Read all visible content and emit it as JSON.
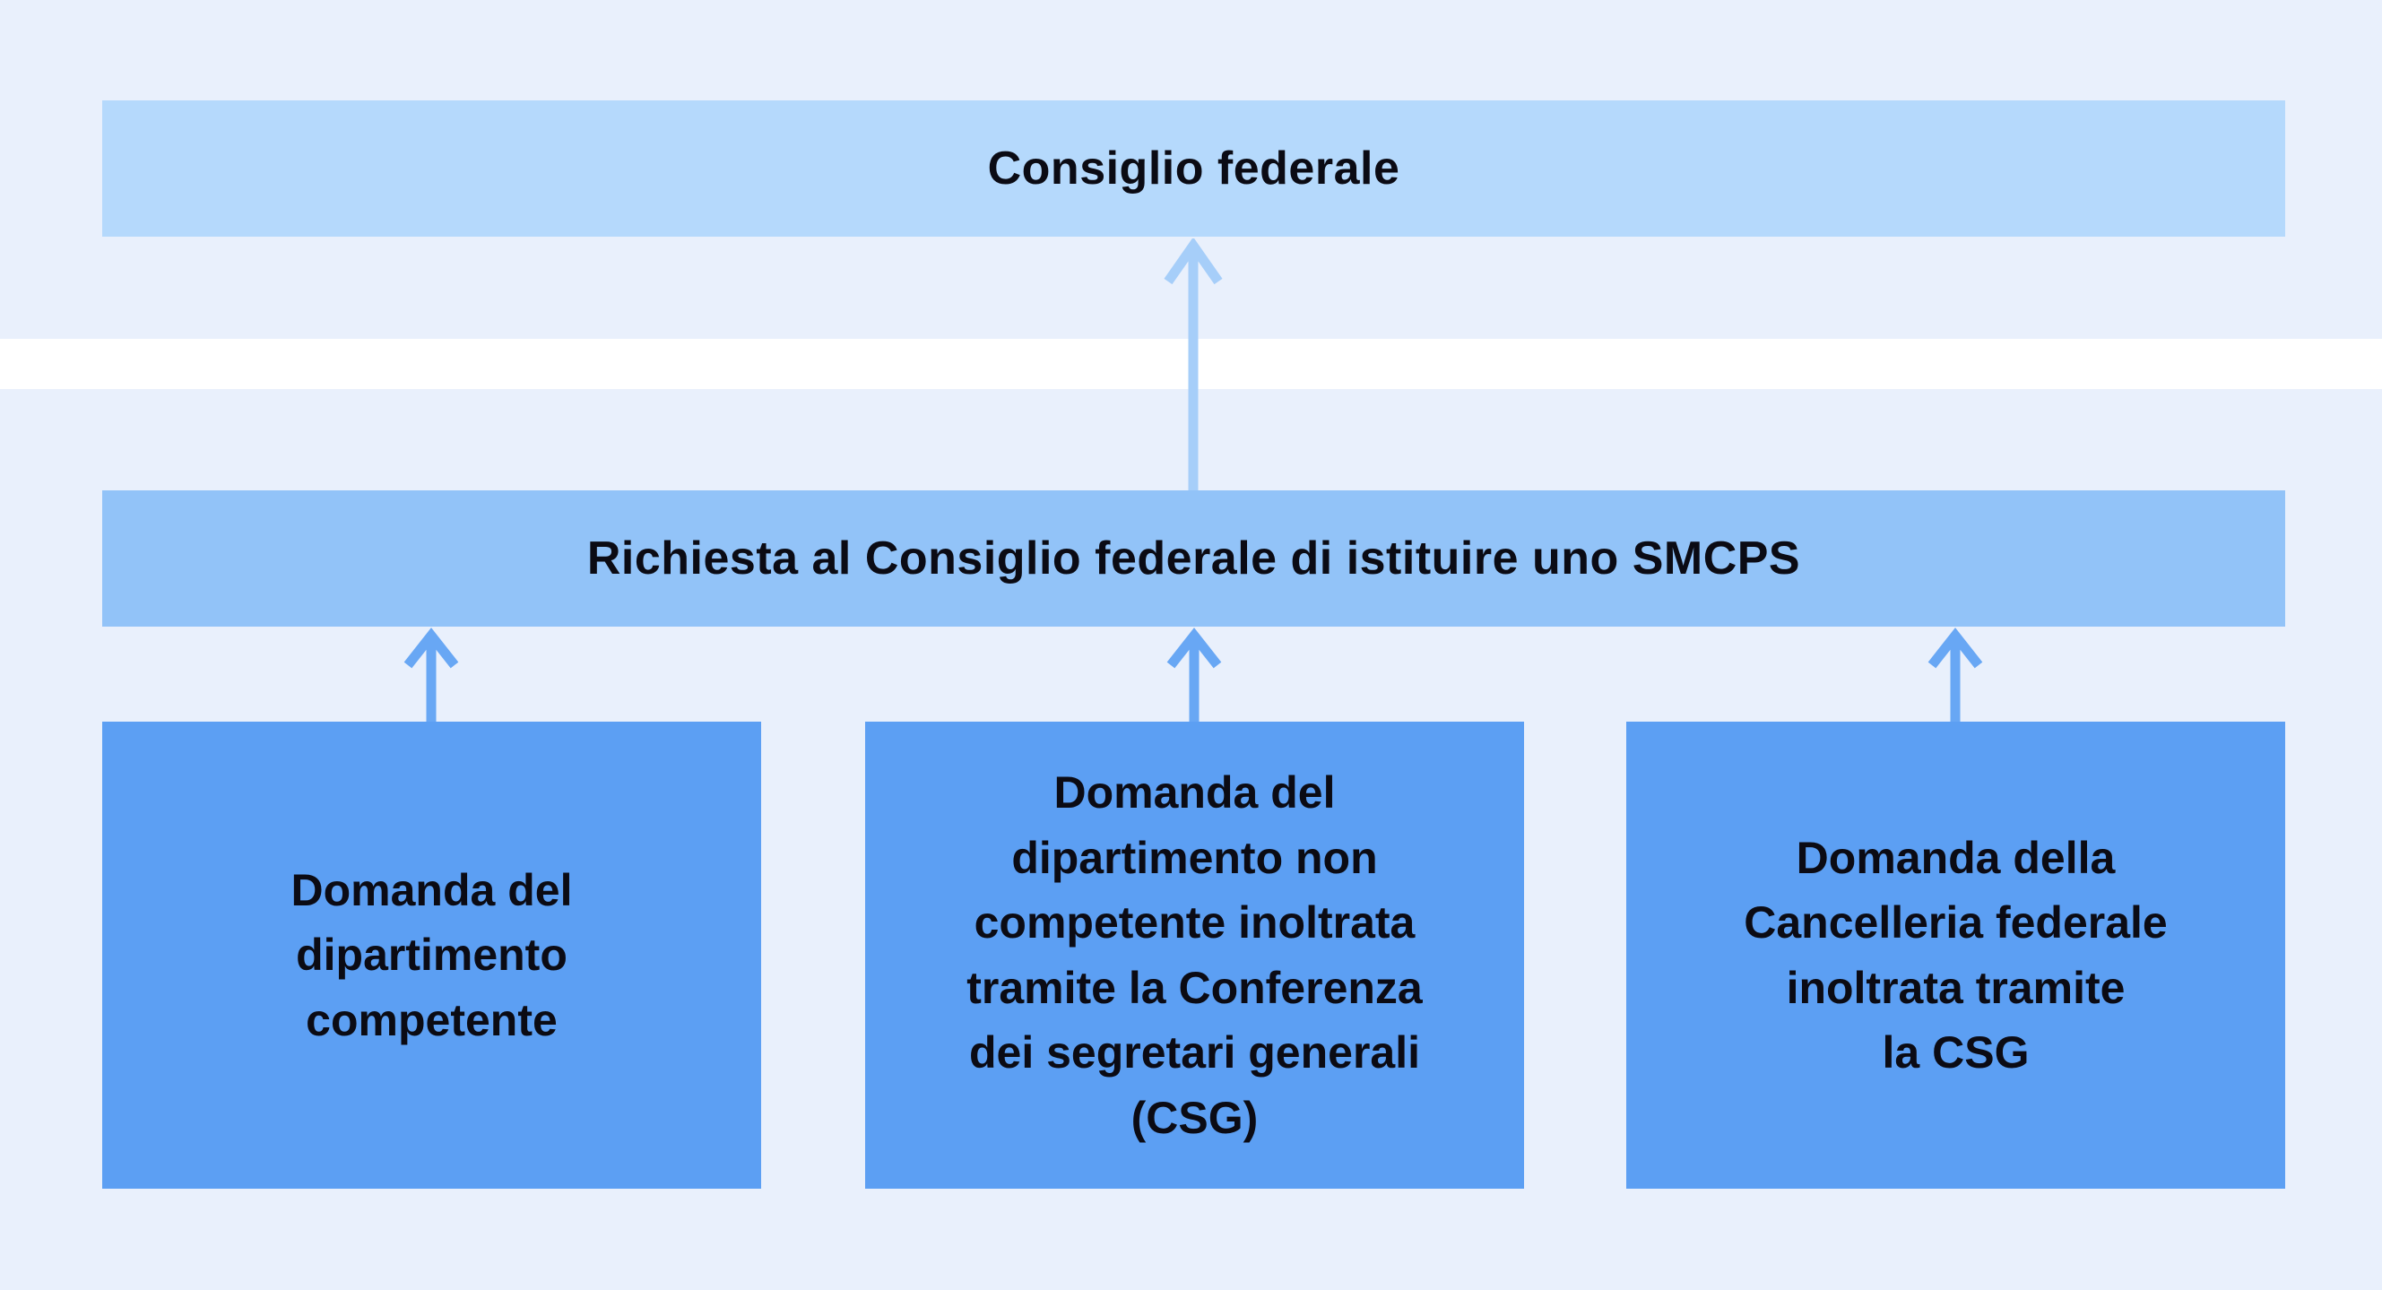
{
  "colors": {
    "background": "#e9f0fc",
    "white_band": "#ffffff",
    "top_bar": "#b5d9fc",
    "middle_bar": "#92c3f8",
    "box": "#5c9ff3",
    "arrow_big": "#a6cef9",
    "arrow_small": "#68a7f4",
    "text": "#0b0b14"
  },
  "diagram": {
    "top_bar": {
      "label": "Consiglio federale"
    },
    "middle_bar": {
      "label": "Richiesta al Consiglio federale di istituire uno SMCPS"
    },
    "boxes": [
      {
        "label": "Domanda del\ndipartimento\ncompetente"
      },
      {
        "label": "Domanda del\ndipartimento non\ncompetente inoltrata\ntramite la Conferenza\ndei segretari generali\n(CSG)"
      },
      {
        "label": "Domanda della\nCancelleria federale\ninoltrata tramite\nla CSG"
      }
    ],
    "arrows": [
      {
        "name": "middle-bar-to-top-bar"
      },
      {
        "name": "box-1-to-middle-bar"
      },
      {
        "name": "box-2-to-middle-bar"
      },
      {
        "name": "box-3-to-middle-bar"
      }
    ]
  }
}
